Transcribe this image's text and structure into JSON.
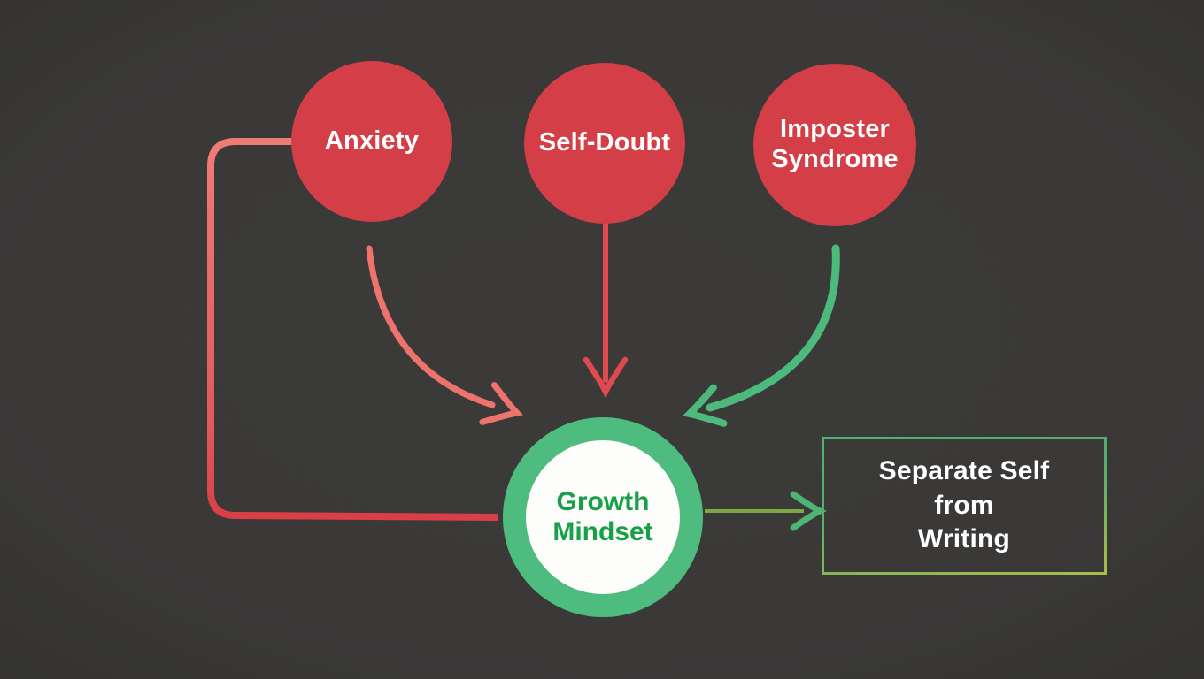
{
  "diagram": {
    "background_color": "#3a3938",
    "nodes": {
      "anxiety": {
        "shape": "circle",
        "label": "Anxiety",
        "fill": "#d33e47",
        "text_color": "#ffffff"
      },
      "self_doubt": {
        "shape": "circle",
        "label": "Self-Doubt",
        "fill": "#d33e47",
        "text_color": "#ffffff"
      },
      "imposter_syndrome": {
        "shape": "circle",
        "label": "Imposter\nSyndrome",
        "fill": "#d33e47",
        "text_color": "#ffffff"
      },
      "growth_mindset": {
        "shape": "ring-circle",
        "label": "Growth\nMindset",
        "ring_color": "#4ebc7e",
        "fill": "#fdfdfb",
        "text_color": "#18a049"
      },
      "outcome": {
        "shape": "rectangle",
        "label": "Separate Self\nfrom\nWriting",
        "border_gradient": [
          "#4fb273",
          "#a9bd49"
        ],
        "text_color": "#ffffff"
      }
    },
    "edges": [
      {
        "from": "anxiety",
        "to": "growth_mindset",
        "style": "curved-arrow",
        "color": "#ee736c"
      },
      {
        "from": "anxiety",
        "to": "growth_mindset",
        "style": "elbow-line-around-left",
        "color_top": "#ec7d75",
        "color_bottom": "#da3e47"
      },
      {
        "from": "self_doubt",
        "to": "growth_mindset",
        "style": "straight-arrow-down",
        "color": "#e0494f"
      },
      {
        "from": "imposter_syndrome",
        "to": "growth_mindset",
        "style": "curved-arrow",
        "color": "#4cba7c"
      },
      {
        "from": "growth_mindset",
        "to": "outcome",
        "style": "straight-arrow-right",
        "color": "#7da843",
        "head_color": "#4db474"
      }
    ]
  }
}
